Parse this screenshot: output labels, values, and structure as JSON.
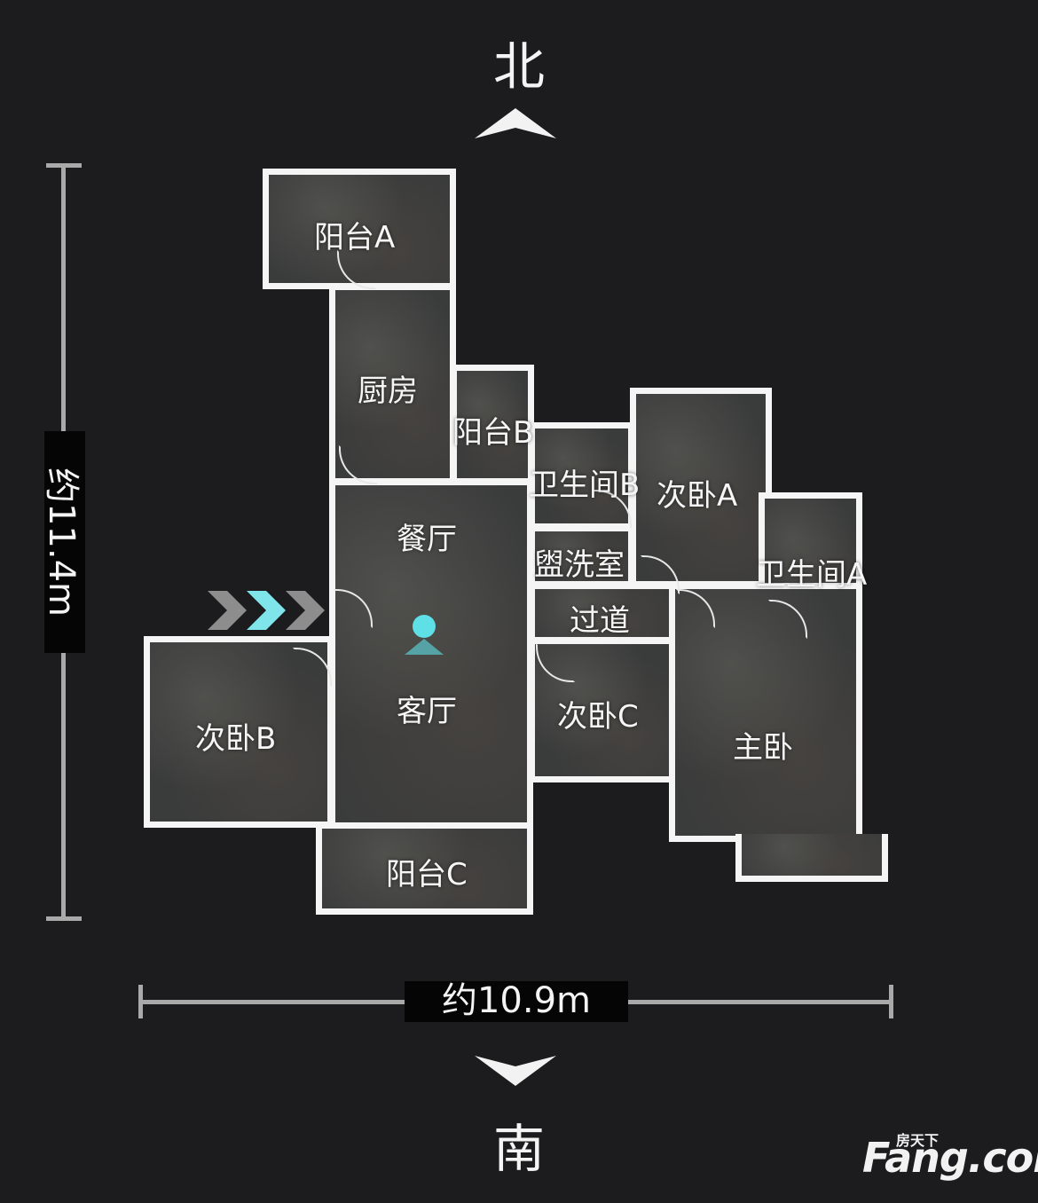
{
  "compass": {
    "north": "北",
    "south": "南"
  },
  "dimensions": {
    "height": "约11.4m",
    "width": "约10.9m"
  },
  "rooms": {
    "balcony_a": "阳台A",
    "kitchen": "厨房",
    "balcony_b": "阳台B",
    "bathroom_b": "卫生间B",
    "bedroom_a": "次卧A",
    "dining": "餐厅",
    "washroom": "盥洗室",
    "bathroom_a": "卫生间A",
    "corridor": "过道",
    "living": "客厅",
    "bedroom_b": "次卧B",
    "bedroom_c": "次卧C",
    "master": "主卧",
    "balcony_c": "阳台C"
  },
  "logo": {
    "brand_cn": "房天下",
    "brand": "Fang.com"
  },
  "colors": {
    "background": "#1c1c1e",
    "wall": "#f5f5f5",
    "marker": "#5ee0e6",
    "dimension_line": "#a9a9a9"
  }
}
